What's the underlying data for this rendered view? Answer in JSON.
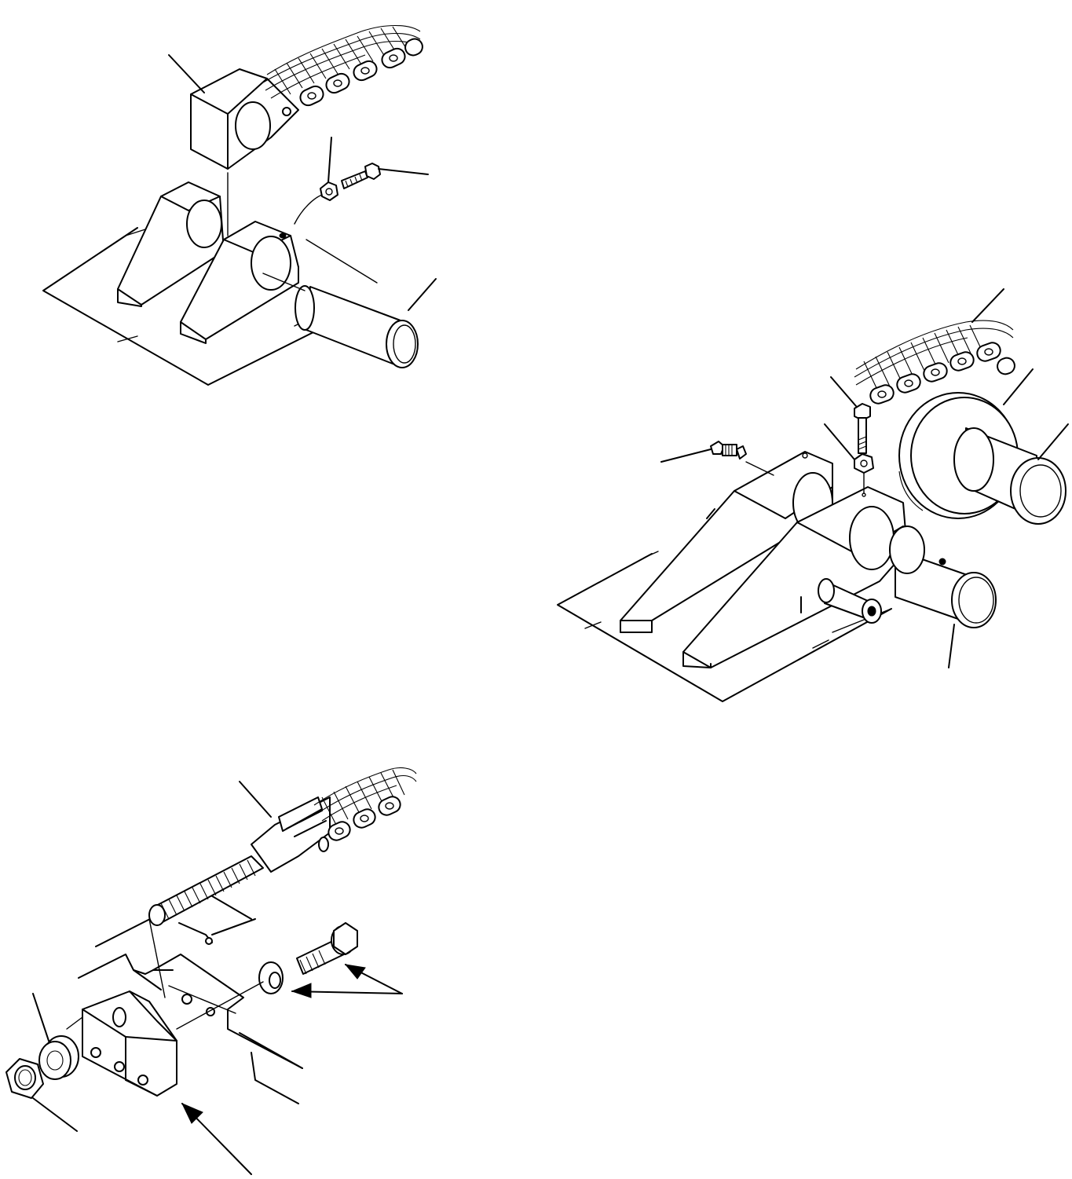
{
  "figure": {
    "background": "#ffffff",
    "line_color": "#000000",
    "assemblies": [
      {
        "id": "top-left",
        "description_parts": [
          "chain-clevis-block",
          "lock-nut",
          "bolt",
          "clevis-bracket",
          "pin"
        ]
      },
      {
        "id": "right",
        "description_parts": [
          "chain",
          "bolt",
          "lock-washer",
          "grease-fitting",
          "flanged-sheave",
          "bushing",
          "pin",
          "forked-bracket"
        ]
      },
      {
        "id": "bottom-left",
        "description_parts": [
          "threaded-chain-anchor",
          "cotter-pin",
          "bolt",
          "washer",
          "anchor-block",
          "jam-nut",
          "nut"
        ]
      }
    ]
  }
}
